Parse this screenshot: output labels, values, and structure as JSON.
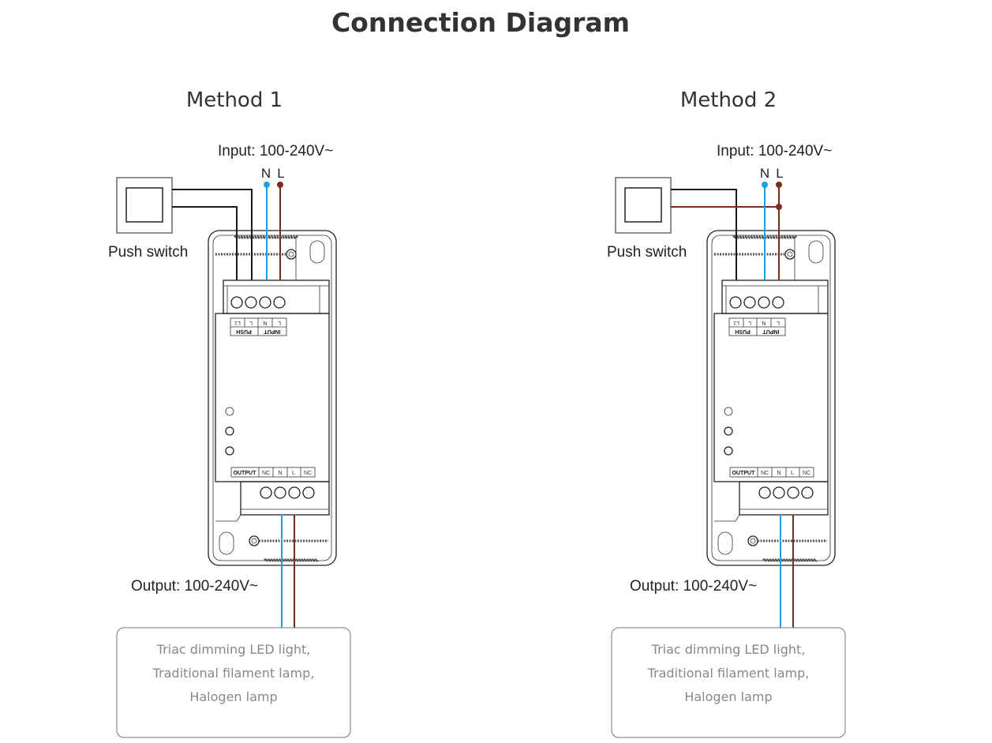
{
  "title": "Connection Diagram",
  "colors": {
    "neutral_wire": "#1ba1e2",
    "live_wire": "#7a2e1e",
    "switch_wire": "#1a1a1a",
    "load_text": "#888888"
  },
  "methods": [
    {
      "heading": "Method 1",
      "input_label": "Input: 100-240V~",
      "n_label": "N",
      "l_label": "L",
      "switch_label": "Push switch",
      "output_label": "Output: 100-240V~",
      "top_terminal": {
        "row1": [
          "L1",
          "L",
          "N",
          "L"
        ],
        "groups": [
          "PUSH",
          "INPUT"
        ]
      },
      "bottom_terminal": [
        "OUTPUT",
        "NC",
        "N",
        "L",
        "NC"
      ],
      "load_lines": [
        "Triac dimming LED light,",
        "Traditional filament lamp,",
        "Halogen lamp"
      ]
    },
    {
      "heading": "Method 2",
      "input_label": "Input: 100-240V~",
      "n_label": "N",
      "l_label": "L",
      "switch_label": "Push switch",
      "output_label": "Output: 100-240V~",
      "top_terminal": {
        "row1": [
          "L1",
          "L",
          "N",
          "L"
        ],
        "groups": [
          "PUSH",
          "INPUT"
        ]
      },
      "bottom_terminal": [
        "OUTPUT",
        "NC",
        "N",
        "L",
        "NC"
      ],
      "load_lines": [
        "Triac dimming LED light,",
        "Traditional filament lamp,",
        "Halogen lamp"
      ]
    }
  ]
}
